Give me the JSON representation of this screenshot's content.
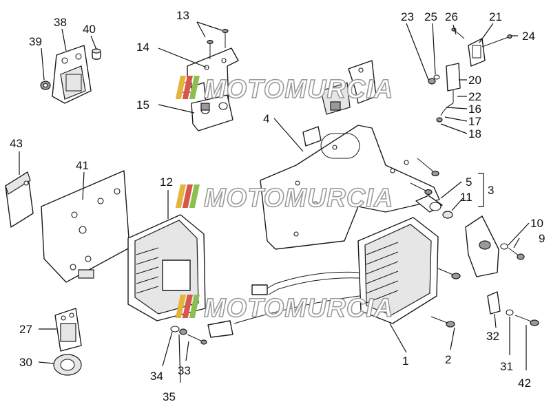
{
  "watermark": {
    "text": "MOTOMURCIA"
  },
  "callouts": [
    "1",
    "2",
    "3",
    "4",
    "5",
    "9",
    "10",
    "11",
    "12",
    "13",
    "14",
    "15",
    "16",
    "17",
    "18",
    "20",
    "21",
    "22",
    "23",
    "24",
    "25",
    "26",
    "27",
    "30",
    "31",
    "32",
    "33",
    "34",
    "35",
    "38",
    "39",
    "40",
    "41",
    "42",
    "43"
  ],
  "colors": {
    "line": "#1a1a1a",
    "watermark_outline": "#9b9b9b",
    "stripe_yellow": "#e4b43c",
    "stripe_red": "#d8574a",
    "stripe_green": "#8bbf4f"
  }
}
